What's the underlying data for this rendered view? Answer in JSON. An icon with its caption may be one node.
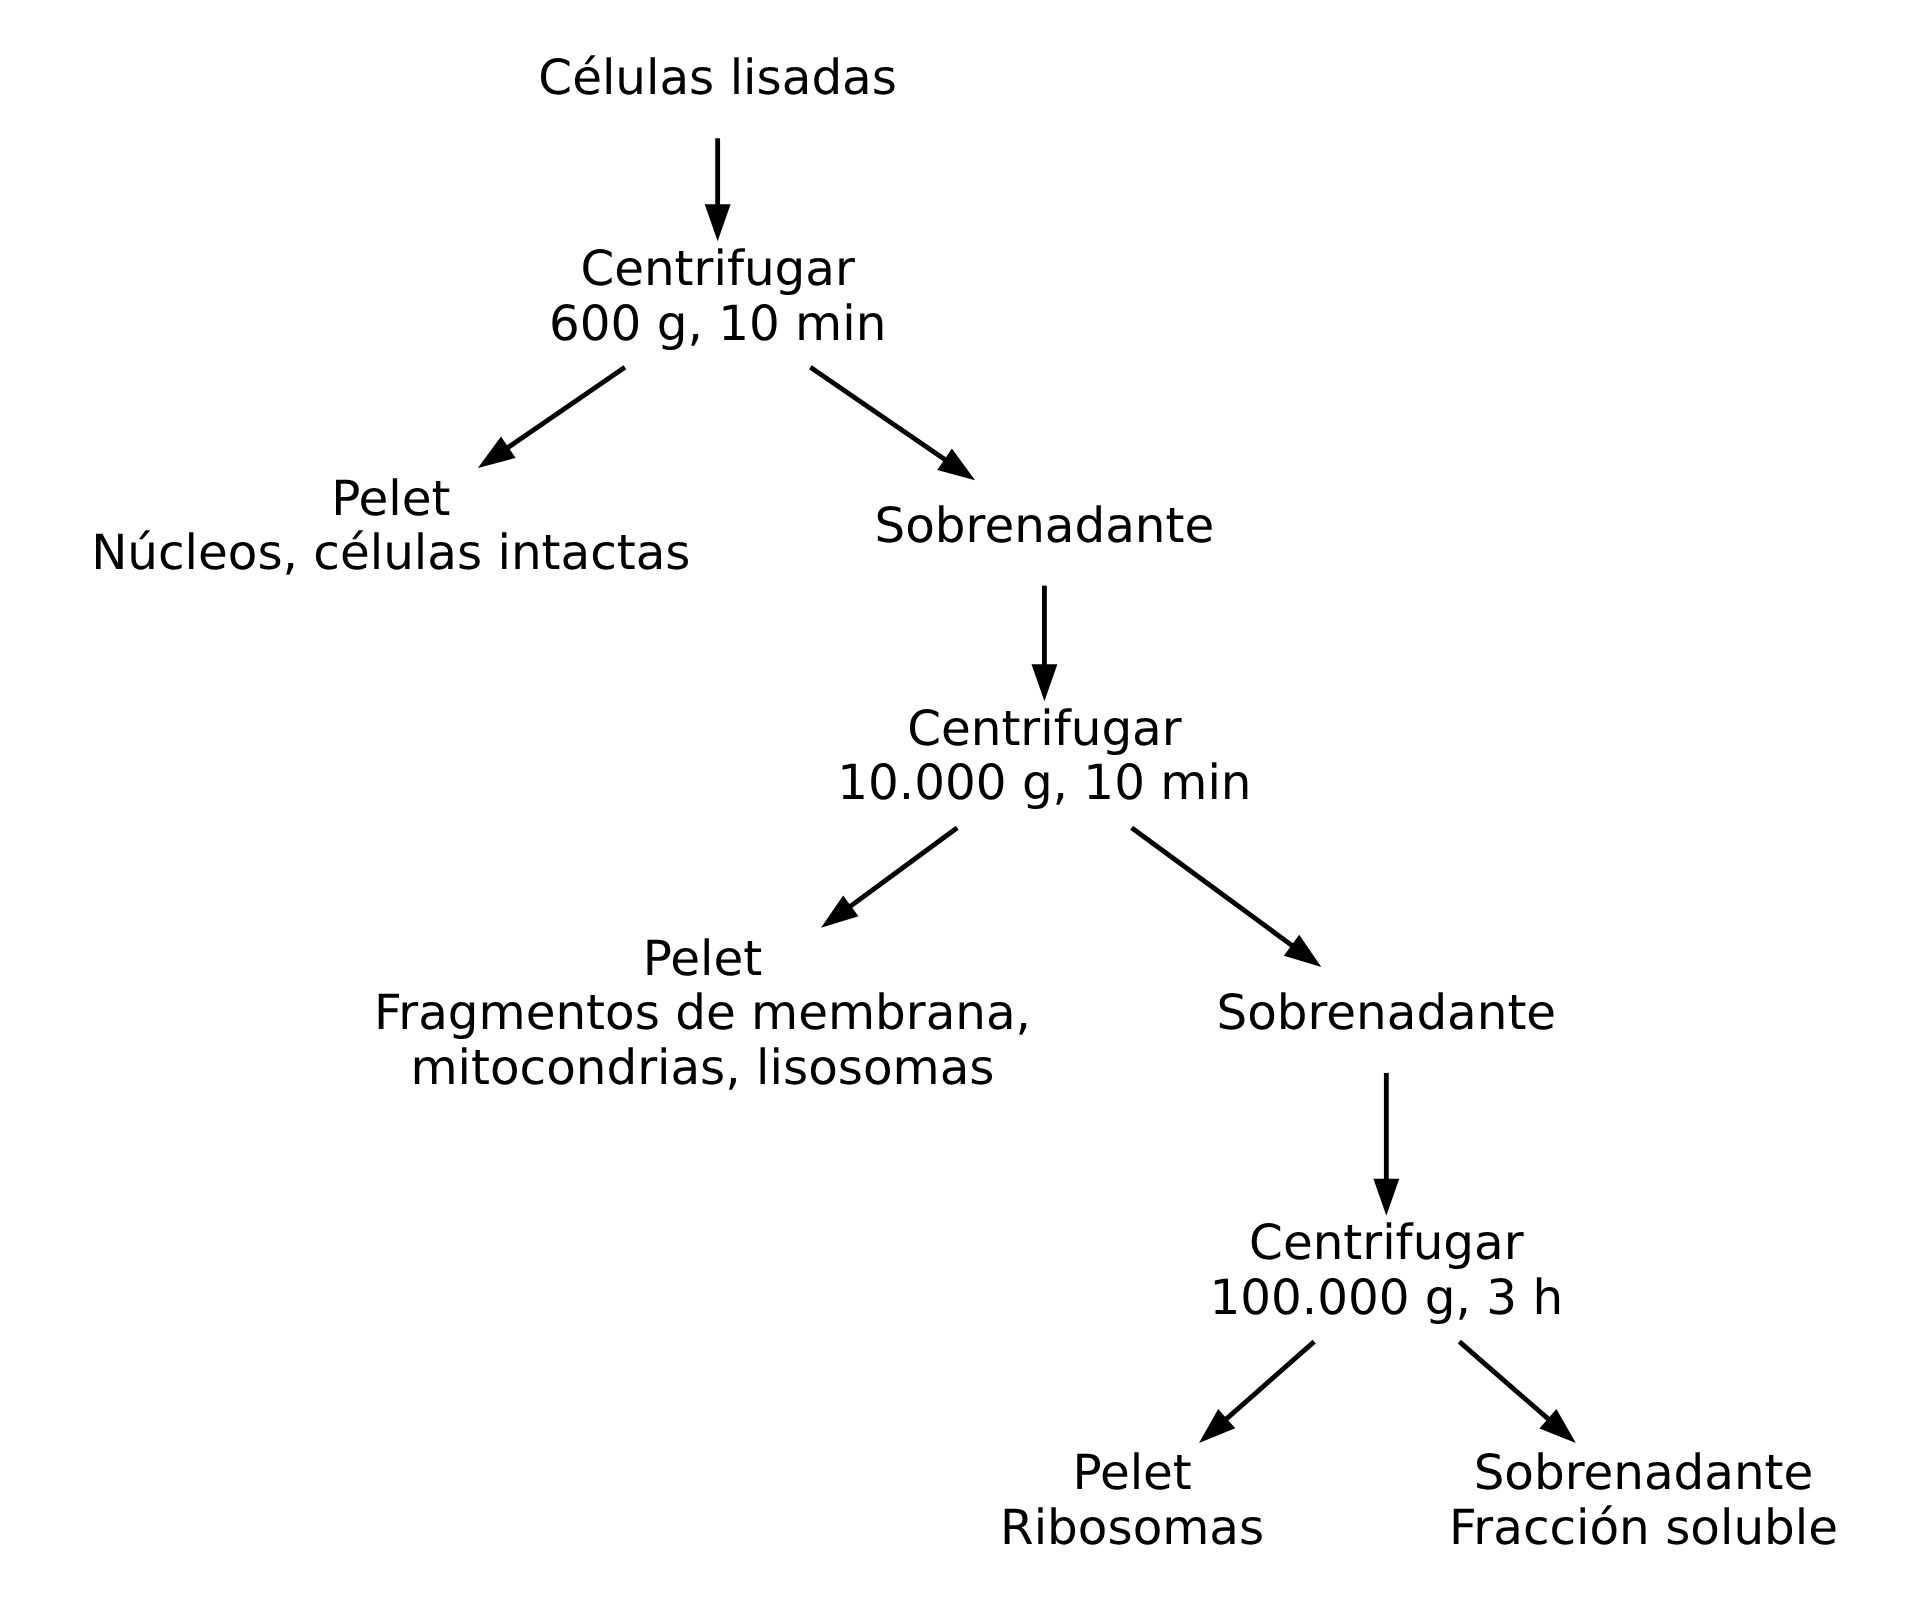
{
  "diagram": {
    "nodes": [
      {
        "text": [
          "Células lisadas"
        ]
      },
      {
        "text": [
          "Centrifugar",
          "600 g, 10 min"
        ]
      },
      {
        "text": [
          "Pelet",
          "Núcleos, células intactas"
        ]
      },
      {
        "text": [
          "Sobrenadante"
        ]
      },
      {
        "text": [
          "Centrifugar",
          "10.000 g, 10 min"
        ]
      },
      {
        "text": [
          "Pelet",
          "Fragmentos de membrana, mitocondrias, lisosomas"
        ]
      },
      {
        "text": [
          "Sobrenadante"
        ]
      },
      {
        "text": [
          "Centrifugar",
          "100.000 g, 3 h"
        ]
      },
      {
        "text": [
          "Pelet",
          "Ribosomas"
        ]
      },
      {
        "text": [
          "Sobrenadante",
          "Fracción soluble"
        ]
      }
    ],
    "edges": [
      {
        "from": 0,
        "to": 1,
        "arrow": "to"
      },
      {
        "from": 1,
        "to": 2,
        "arrow": "to"
      },
      {
        "from": 1,
        "to": 3,
        "arrow": "to"
      },
      {
        "from": 3,
        "to": 4,
        "arrow": "to"
      },
      {
        "from": 4,
        "to": 5,
        "arrow": "to"
      },
      {
        "from": 4,
        "to": 6,
        "arrow": "to"
      },
      {
        "from": 6,
        "to": 7,
        "arrow": "to"
      },
      {
        "from": 7,
        "to": 8,
        "arrow": "to"
      },
      {
        "from": 7,
        "to": 9,
        "arrow": "to"
      }
    ]
  }
}
